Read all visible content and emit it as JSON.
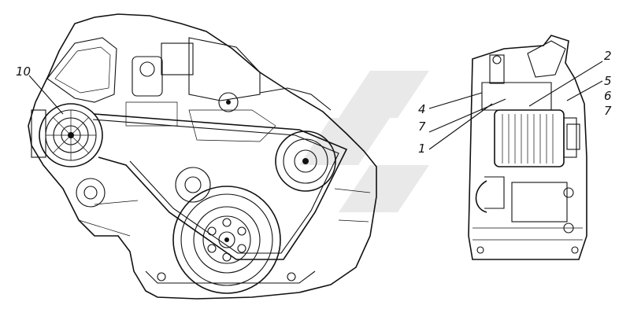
{
  "diagram": {
    "callouts": [
      "10",
      "4",
      "7",
      "1",
      "2",
      "5",
      "6",
      "7"
    ]
  }
}
